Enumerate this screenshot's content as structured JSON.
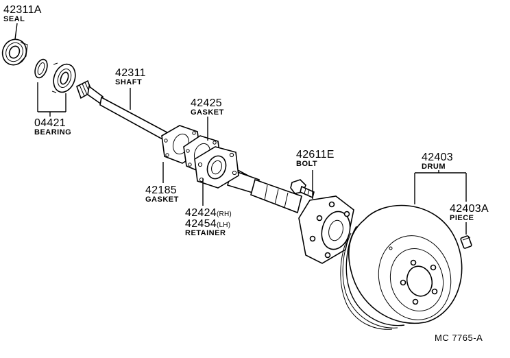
{
  "diagram_id": "MC  7765-A",
  "parts": {
    "seal": {
      "number": "42311A",
      "name": "SEAL"
    },
    "bearing": {
      "number": "04421",
      "name": "BEARING"
    },
    "shaft": {
      "number": "42311",
      "name": "SHAFT"
    },
    "gasket_outer": {
      "number": "42425",
      "name": "GASKET"
    },
    "gasket_inner": {
      "number": "42185",
      "name": "GASKET"
    },
    "retainer": {
      "number_rh": "42424",
      "suffix_rh": "(RH)",
      "number_lh": "42454",
      "suffix_lh": "(LH)",
      "name": "RETAINER"
    },
    "bolt": {
      "number": "42611E",
      "name": "BOLT"
    },
    "drum": {
      "number": "42403",
      "name": "DRUM"
    },
    "piece": {
      "number": "42403A",
      "name": "PIECE"
    }
  }
}
